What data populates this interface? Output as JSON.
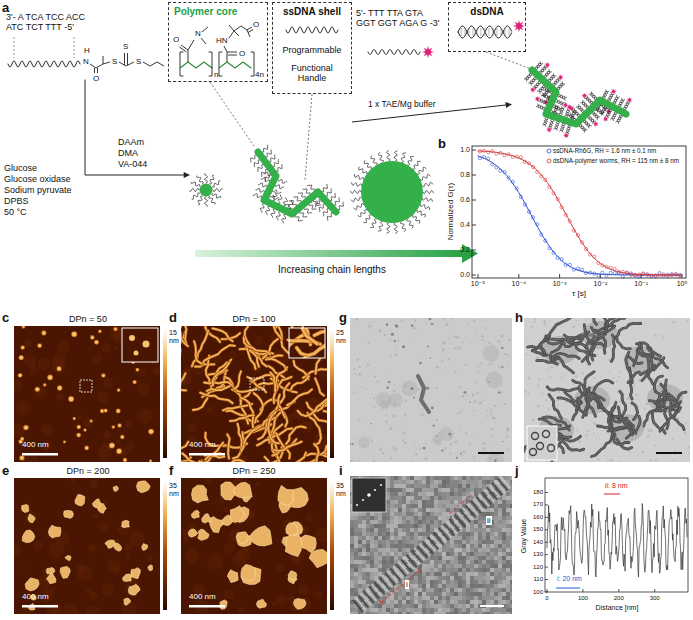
{
  "diagram": {
    "nodes": [
      {
        "text": [
          "Polymer core"
        ]
      },
      {
        "text": [
          "ssDNA shell",
          "Programmable",
          "Functional Handle"
        ]
      },
      {
        "text": [
          "dsDNA"
        ]
      }
    ],
    "labels": [
      "a",
      "3'- A TCA TCC ACC ATC TCT TTT -5'",
      "H",
      "N",
      "O",
      "S",
      "S",
      "S",
      "Glucose",
      "Glucose oxidase",
      "Sodium pyruvate",
      "DPBS",
      "50 °C",
      "DAAm",
      "DMA",
      "VA-044",
      "O",
      "N",
      "O",
      "HN",
      "O",
      "n",
      "4n",
      "5'- TTT TTA GTA GGT GGT AGA G -3'",
      "1 x TAE/Mg buffer",
      "Increasing chain lengths",
      "b",
      "Normalized G(τ)",
      "1.0",
      "0.8",
      "0.6",
      "0.4",
      "0.2",
      "0.0",
      "10⁻⁵",
      "10⁻⁴",
      "10⁻³",
      "10⁻²",
      "10⁻¹",
      "10⁰",
      "τ [s]",
      "c",
      "DPn = 50",
      "400 nm",
      "15 nm",
      "d",
      "DPn = 100",
      "400 nm",
      "25 nm",
      "e",
      "DPn = 200",
      "400 nm",
      "35 nm",
      "f",
      "DPn = 250",
      "400 nm",
      "35 nm",
      "g",
      "h",
      "i",
      "i",
      "ii",
      "j",
      "Gray Value",
      "180",
      "170",
      "160",
      "150",
      "140",
      "130",
      "120",
      "110",
      "100",
      "0",
      "100",
      "200",
      "300",
      "Distance [nm]",
      "ii: 8 nm",
      "i: 20 nm"
    ],
    "legend": [
      {
        "text": "ssDNA-Rh6G, RH = 1.6 nm ± 0.1 nm"
      },
      {
        "text": "dsDNA-polymer worms, RH = 115 nm ± 8 nm"
      }
    ]
  }
}
